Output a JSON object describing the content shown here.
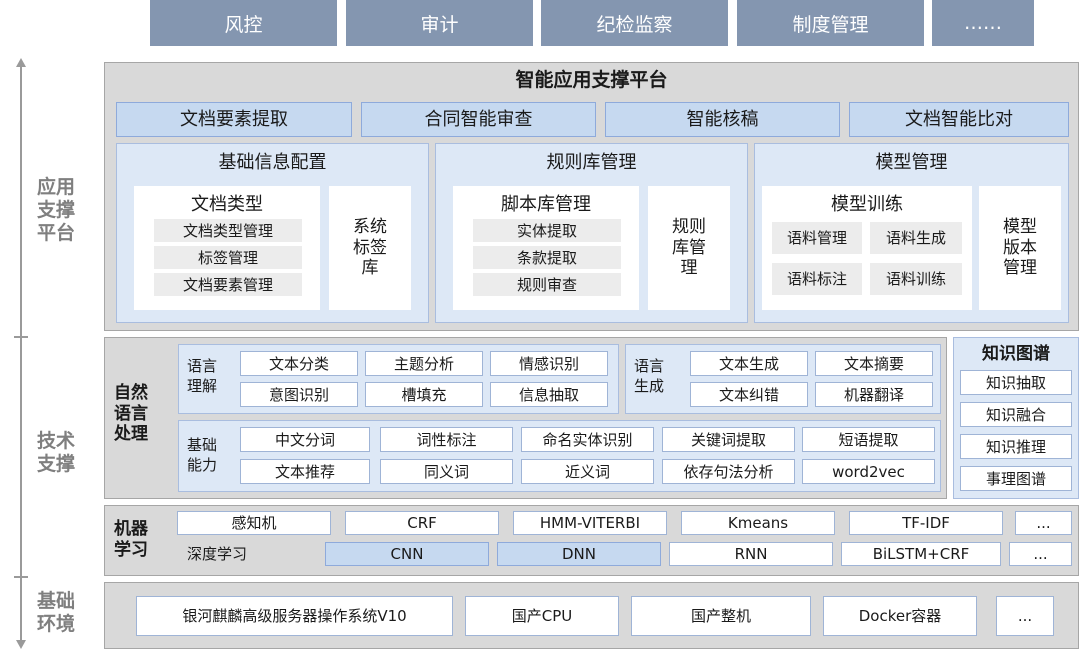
{
  "top_bar": [
    "风控",
    "审计",
    "纪检监察",
    "制度管理",
    "……"
  ],
  "side_labels": {
    "app": "应用\n支撑\n平台",
    "tech": "技术\n支撑",
    "base": "基础\n环境"
  },
  "platform": {
    "title": "智能应用支撑平台",
    "features": [
      "文档要素提取",
      "合同智能审查",
      "智能核稿",
      "文档智能比对"
    ],
    "basic_config": {
      "title": "基础信息配置",
      "doc_type": {
        "title": "文档类型",
        "items": [
          "文档类型管理",
          "标签管理",
          "文档要素管理"
        ]
      },
      "system_tag": "系统\n标签\n库"
    },
    "rule_mgmt": {
      "title": "规则库管理",
      "script": {
        "title": "脚本库管理",
        "items": [
          "实体提取",
          "条款提取",
          "规则审查"
        ]
      },
      "rule_lib": "规则\n库管\n理"
    },
    "model_mgmt": {
      "title": "模型管理",
      "training": {
        "title": "模型训练",
        "items": [
          "语料管理",
          "语料生成",
          "语料标注",
          "语料训练"
        ]
      },
      "version": "模型\n版本\n管理"
    }
  },
  "nlp": {
    "title": "自然\n语言\n处理",
    "understanding": {
      "label": "语言\n理解",
      "items": [
        "文本分类",
        "主题分析",
        "情感识别",
        "意图识别",
        "槽填充",
        "信息抽取"
      ]
    },
    "generation": {
      "label": "语言\n生成",
      "items": [
        "文本生成",
        "文本摘要",
        "文本纠错",
        "机器翻译"
      ]
    },
    "basic": {
      "label": "基础\n能力",
      "items": [
        "中文分词",
        "词性标注",
        "命名实体识别",
        "关键词提取",
        "短语提取",
        "文本推荐",
        "同义词",
        "近义词",
        "依存句法分析",
        "word2vec"
      ]
    }
  },
  "kg": {
    "title": "知识图谱",
    "items": [
      "知识抽取",
      "知识融合",
      "知识推理",
      "事理图谱"
    ]
  },
  "ml": {
    "title": "机器\n学习",
    "row1": [
      "感知机",
      "CRF",
      "HMM-VITERBI",
      "Kmeans",
      "TF-IDF",
      "..."
    ],
    "row2": [
      "深度学习",
      "CNN",
      "DNN",
      "RNN",
      "BiLSTM+CRF",
      "..."
    ]
  },
  "base_env": {
    "items": [
      "银河麒麟高级服务器操作系统V10",
      "国产CPU",
      "国产整机",
      "Docker容器",
      "..."
    ]
  }
}
